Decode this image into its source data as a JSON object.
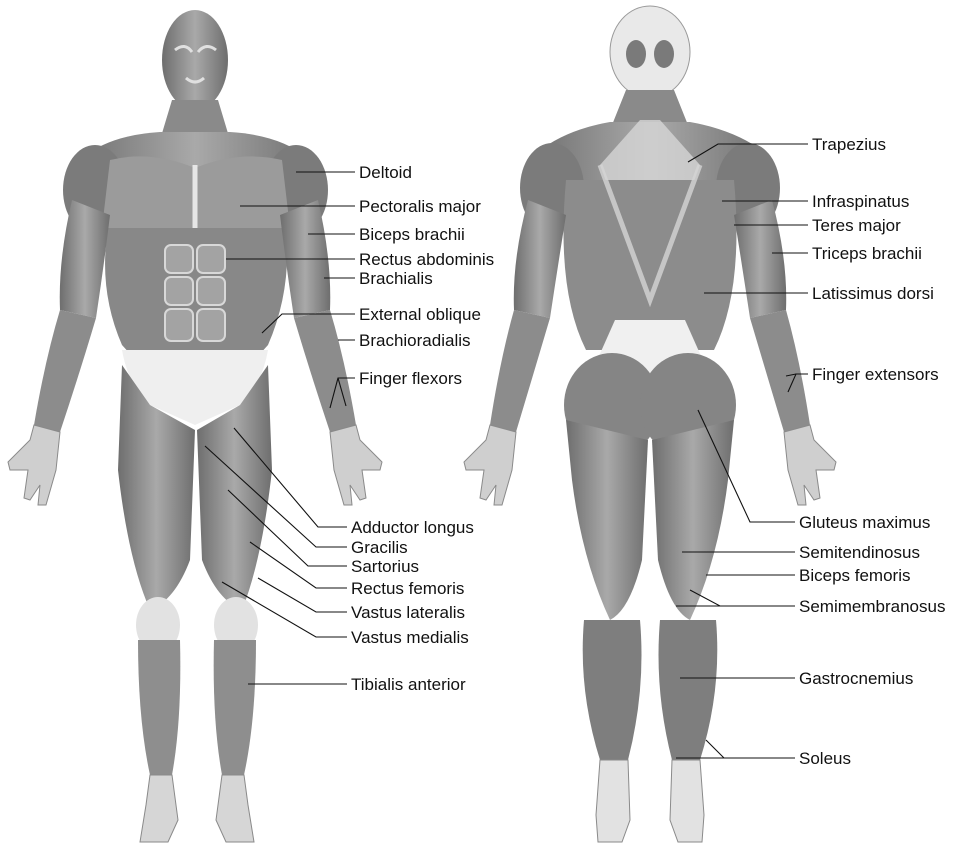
{
  "figure": {
    "colors": {
      "background": "#ffffff",
      "muscle": "#8f8f8f",
      "muscle_light": "#bdbdbd",
      "muscle_dark": "#6a6a6a",
      "tendon": "#ececec",
      "text": "#111111"
    },
    "anterior_labels": [
      "Deltoid",
      "Pectoralis major",
      "Biceps brachii",
      "Rectus abdominis",
      "Brachialis",
      "External oblique",
      "Brachioradialis",
      "Finger flexors",
      "Adductor longus",
      "Gracilis",
      "Sartorius",
      "Rectus femoris",
      "Vastus lateralis",
      "Vastus medialis",
      "Tibialis anterior"
    ],
    "posterior_labels": [
      "Trapezius",
      "Infraspinatus",
      "Teres major",
      "Triceps brachii",
      "Latissimus dorsi",
      "Finger extensors",
      "Gluteus maximus",
      "Semitendinosus",
      "Biceps femoris",
      "Semimembranosus",
      "Gastrocnemius",
      "Soleus"
    ]
  }
}
